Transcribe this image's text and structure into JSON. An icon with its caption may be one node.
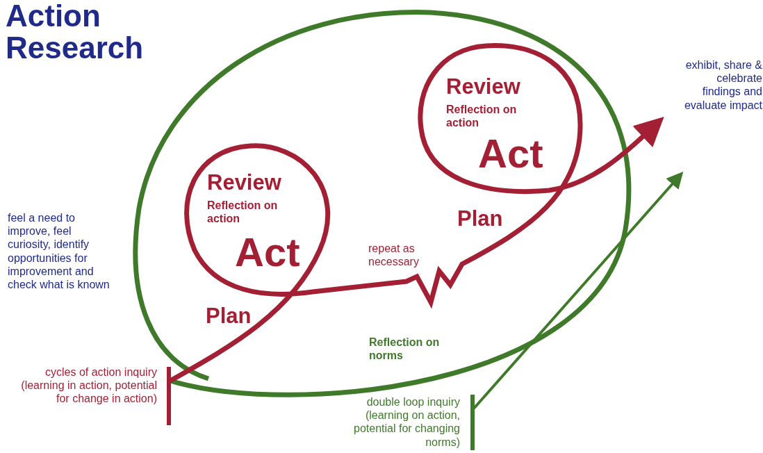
{
  "diagram": {
    "title": "Action Research",
    "labels": [
      "exhibit, share & celebrate findings and evaluate impact",
      "Review",
      "Reflection on action",
      "Act",
      "Review",
      "Reflection on action",
      "feel a need to improve, feel curiosity, identify opportunities for improvement and check what is known",
      "Plan",
      "Act",
      "repeat as necessary",
      "Plan",
      "Reflection on norms",
      "cycles of action inquiry (learning in action, potential for change in action)",
      "double loop inquiry (learning on action, potential for changing norms)"
    ]
  }
}
